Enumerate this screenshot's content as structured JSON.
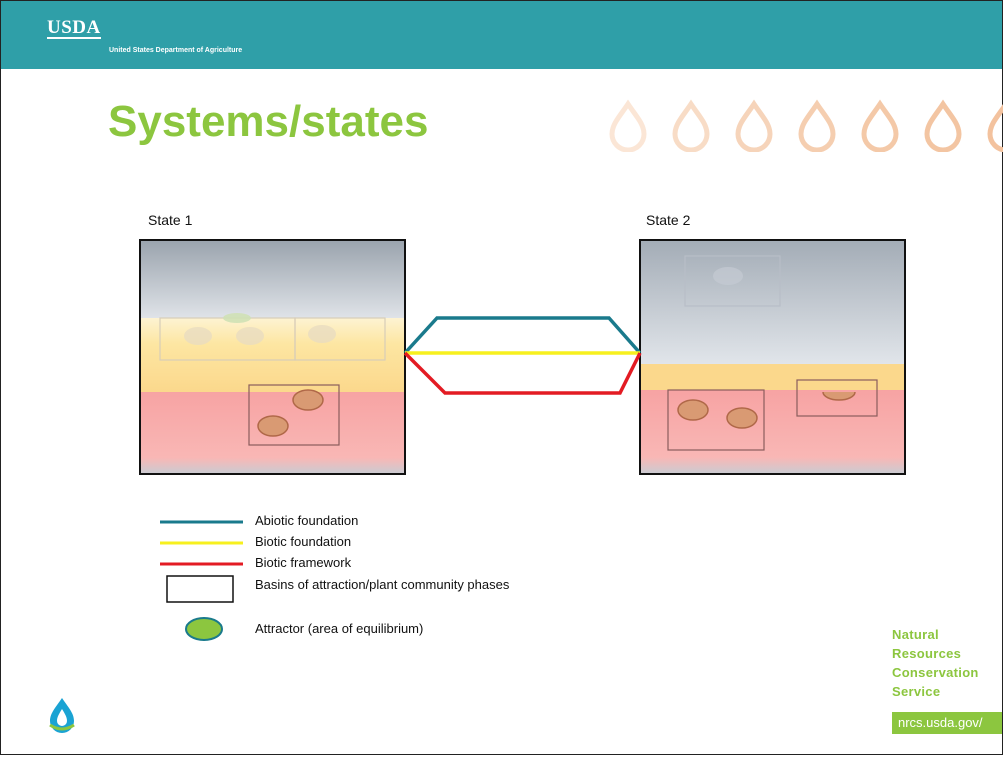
{
  "header": {
    "logo_text": "USDA",
    "department": "United States Department of Agriculture"
  },
  "slide": {
    "title": "Systems/states"
  },
  "diagram": {
    "states": [
      {
        "label": "State 1"
      },
      {
        "label": "State 2"
      }
    ],
    "colors": {
      "abiotic": "#1a7a8c",
      "biotic_foundation": "#f7f01e",
      "biotic_framework": "#e31b23",
      "attractor_fill": "#d99a73",
      "legend_attractor_fill": "#8cc63f"
    }
  },
  "legend": {
    "items": [
      {
        "label": "Abiotic foundation",
        "symbol": "line",
        "color": "#1a7a8c"
      },
      {
        "label": "Biotic foundation",
        "symbol": "line",
        "color": "#f7f01e"
      },
      {
        "label": "Biotic framework",
        "symbol": "line",
        "color": "#e31b23"
      },
      {
        "label": "Basins of attraction/plant community phases",
        "symbol": "rectangle"
      },
      {
        "label": "Attractor (area of equilibrium)",
        "symbol": "ellipse"
      }
    ]
  },
  "footer": {
    "agency_lines": [
      "Natural",
      "Resources",
      "Conservation",
      "Service"
    ],
    "url": "nrcs.usda.gov/"
  }
}
